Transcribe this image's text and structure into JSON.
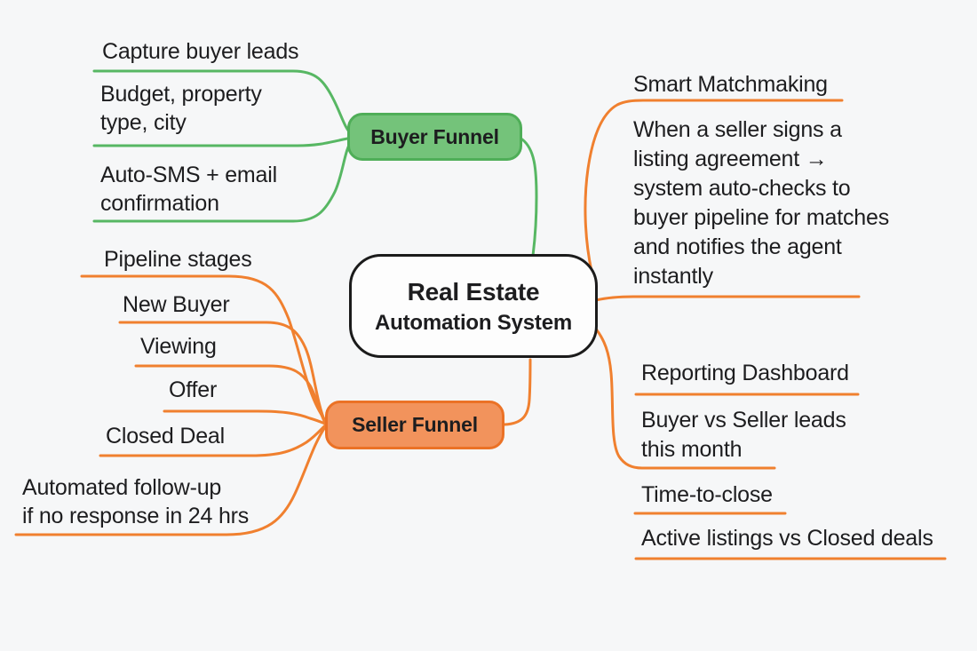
{
  "colors": {
    "background": "#f6f7f8",
    "text": "#1d1d1f",
    "green_line": "#57b763",
    "green_fill": "#74c37a",
    "green_border": "#4fae58",
    "orange_line": "#f0802f",
    "orange_fill": "#f2935c",
    "orange_border": "#eb7226",
    "center_fill": "#fdfdfd",
    "center_border": "#1b1b1b"
  },
  "center": {
    "title_line1": "Real Estate",
    "title_line2": "Automation System"
  },
  "buyer_funnel": {
    "label": "Buyer Funnel",
    "leaves": [
      "Capture buyer leads",
      "Budget, property\ntype, city",
      "Auto-SMS + email\nconfirmation"
    ]
  },
  "seller_funnel": {
    "label": "Seller Funnel",
    "leaves": [
      "Pipeline stages",
      "New Buyer",
      "Viewing",
      "Offer",
      "Closed Deal",
      "Automated follow-up\nif no response in 24 hrs"
    ]
  },
  "smart_matchmaking": {
    "label": "Smart Matchmaking",
    "description": "When a seller signs a\nlisting agreement →\nsystem auto-checks to\nbuyer pipeline for matches\nand notifies the agent\ninstantly"
  },
  "reporting": {
    "label": "Reporting Dashboard",
    "leaves": [
      "Buyer vs Seller leads\nthis month",
      "Time-to-close",
      "Active listings vs Closed deals"
    ]
  }
}
